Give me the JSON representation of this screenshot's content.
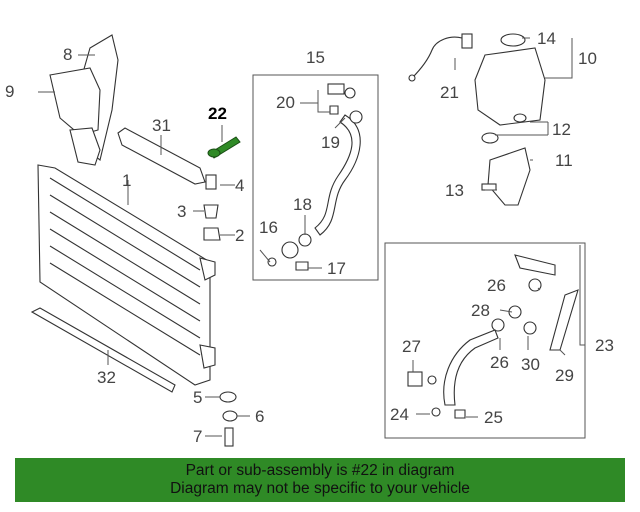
{
  "callouts": {
    "c1": "1",
    "c2": "2",
    "c3": "3",
    "c4": "4",
    "c5": "5",
    "c6": "6",
    "c7": "7",
    "c8": "8",
    "c9": "9",
    "c10": "10",
    "c11": "11",
    "c12": "12",
    "c13": "13",
    "c14": "14",
    "c15": "15",
    "c16": "16",
    "c17": "17",
    "c18": "18",
    "c19": "19",
    "c20": "20",
    "c21": "21",
    "c22": "22",
    "c23": "23",
    "c24": "24",
    "c25": "25",
    "c26a": "26",
    "c26b": "26",
    "c27": "27",
    "c28": "28",
    "c29": "29",
    "c30": "30",
    "c31": "31",
    "c32": "32"
  },
  "highlight_part": "22",
  "colors": {
    "footer_bg": "#2f8a26",
    "highlight_part": "#2f8a26"
  },
  "footer": {
    "line1": "Part or sub-assembly is #22 in diagram",
    "line2": "Diagram may not be specific to your vehicle"
  }
}
